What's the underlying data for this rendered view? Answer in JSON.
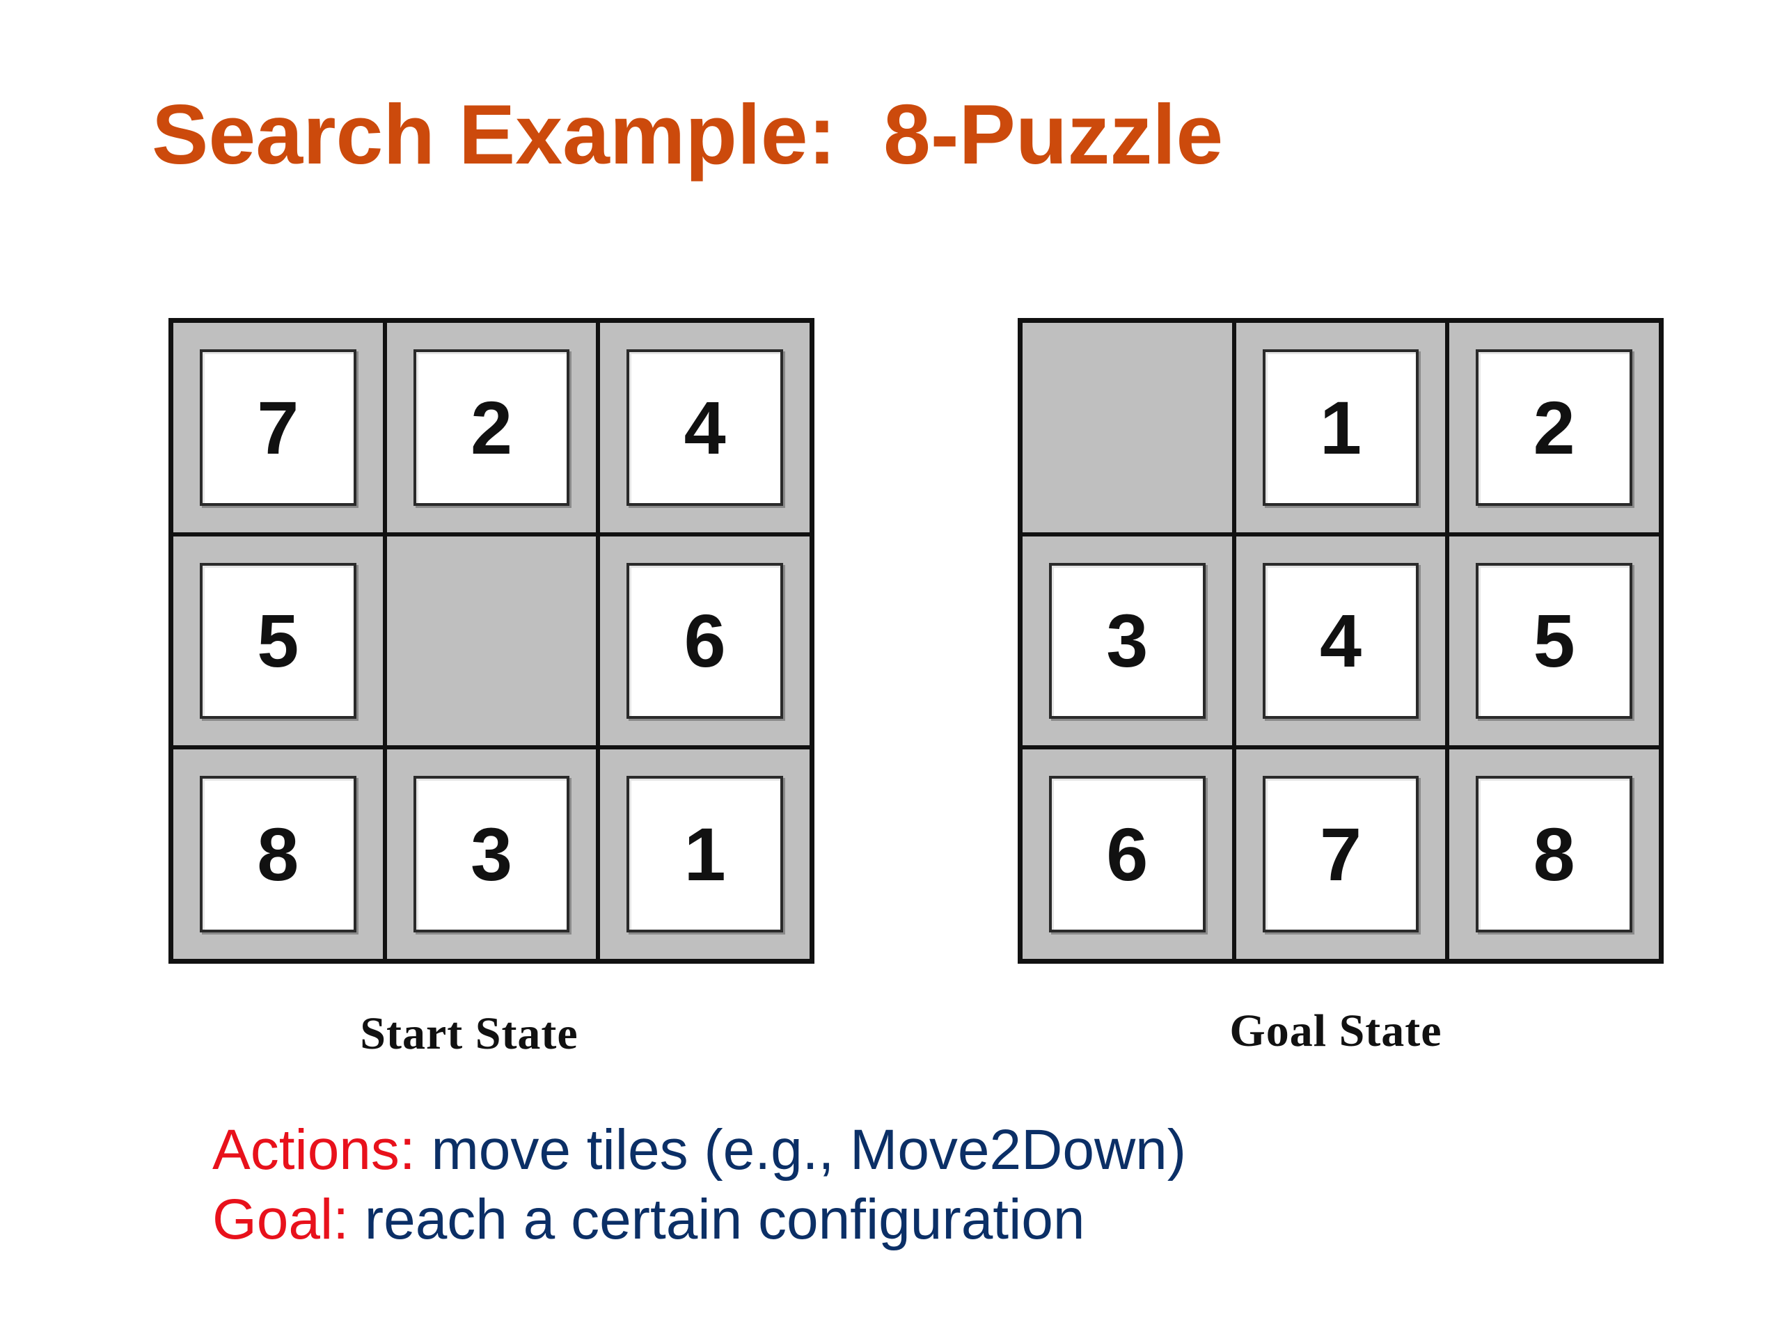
{
  "title": "Search Example:  8-Puzzle",
  "start_state": {
    "caption": "Start State",
    "tiles": [
      "7",
      "2",
      "4",
      "5",
      "",
      "6",
      "8",
      "3",
      "1"
    ]
  },
  "goal_state": {
    "caption": "Goal State",
    "tiles": [
      "",
      "1",
      "2",
      "3",
      "4",
      "5",
      "6",
      "7",
      "8"
    ]
  },
  "description": {
    "actions_label": "Actions:",
    "actions_text": " move tiles (e.g., Move2Down)",
    "goal_label": "Goal:",
    "goal_text": " reach a certain configuration"
  },
  "colors": {
    "title": "#CC4A0C",
    "label": "#E8111B",
    "body_text": "#0B2F66",
    "board_frame": "#111111",
    "board_well": "#BFBFBF",
    "tile_face": "#FFFFFF"
  }
}
